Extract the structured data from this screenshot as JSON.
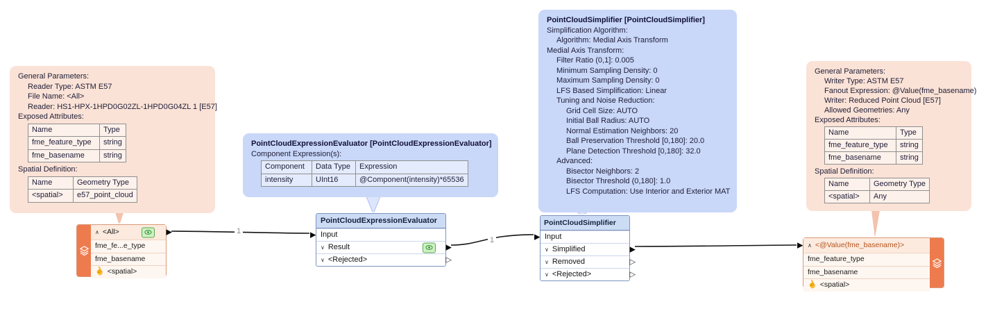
{
  "colors": {
    "annotation_pink": "#fbe2d6",
    "annotation_blue": "#c9d7f8",
    "feature_node_orange": "#ee7b4d",
    "transformer_header_blue": "#cddcf5",
    "transformer_border": "#7d94bd",
    "wire": "#141414",
    "eye_badge_green": "#57ab4e"
  },
  "annotations": {
    "reader_params": {
      "heading_general": "General Parameters:",
      "general_items": [
        "Reader Type: ASTM E57",
        "File Name: <All>",
        "Reader: HS1-HPX-1HPD0G02ZL-1HPD0G04ZL 1 [E57]"
      ],
      "heading_exposed": "Exposed Attributes:",
      "exposed_table": {
        "headers": [
          "Name",
          "Type"
        ],
        "rows": [
          [
            "fme_feature_type",
            "string"
          ],
          [
            "fme_basename",
            "string"
          ]
        ]
      },
      "heading_spatial": "Spatial Definition:",
      "spatial_table": {
        "headers": [
          "Name",
          "Geometry Type"
        ],
        "rows": [
          [
            "<spatial>",
            "e57_point_cloud"
          ]
        ]
      }
    },
    "evaluator_params": {
      "title": "PointCloudExpressionEvaluator [PointCloudExpressionEvaluator]",
      "subtitle": "Component Expression(s):",
      "expression_table": {
        "headers": [
          "Component",
          "Data Type",
          "Expression"
        ],
        "rows": [
          [
            "intensity",
            "UInt16",
            "@Component(intensity)*65536"
          ]
        ]
      }
    },
    "simplifier_params": {
      "title": "PointCloudSimplifier [PointCloudSimplifier]",
      "lines": [
        "Simplification Algorithm:",
        "Algorithm: Medial Axis Transform",
        "Medial Axis Transform:",
        "Filter Ratio (0,1]: 0.005",
        "Minimum Sampling Density: 0",
        "Maximum Sampling Density: 0",
        "LFS Based Simplification: Linear",
        "Tuning and Noise Reduction:",
        "Grid Cell Size: AUTO",
        "Initial Ball Radius: AUTO",
        "Normal Estimation Neighbors: 20",
        "Ball Preservation Threshold [0,180]: 20.0",
        "Plane Detection Threshold [0,180]: 32.0",
        "Advanced:",
        "Bisector Neighbors: 2",
        "Bisector Threshold (0,180]: 1.0",
        "LFS Computation: Use Interior and Exterior MAT"
      ]
    },
    "writer_params": {
      "heading_general": "General Parameters:",
      "general_items": [
        "Writer Type: ASTM E57",
        "Fanout Expression: @Value(fme_basename)",
        "Writer: Reduced Point Cloud [E57]",
        "Allowed Geometries: Any"
      ],
      "heading_exposed": "Exposed Attributes:",
      "exposed_table": {
        "headers": [
          "Name",
          "Type"
        ],
        "rows": [
          [
            "fme_feature_type",
            "string"
          ],
          [
            "fme_basename",
            "string"
          ]
        ]
      },
      "heading_spatial": "Spatial Definition:",
      "spatial_table": {
        "headers": [
          "Name",
          "Geometry Type"
        ],
        "rows": [
          [
            "<spatial>",
            "Any"
          ]
        ]
      }
    }
  },
  "nodes": {
    "reader": {
      "title": "<All>",
      "caret": "∧",
      "rows": [
        "fme_fe...e_type",
        "fme_basename"
      ],
      "spatial_row": "<spatial>"
    },
    "evaluator": {
      "title": "PointCloudExpressionEvaluator",
      "port_input": "Input",
      "port_result": "Result",
      "port_rejected": "<Rejected>"
    },
    "simplifier": {
      "title": "PointCloudSimplifier",
      "port_input": "Input",
      "port_simplified": "Simplified",
      "port_removed": "Removed",
      "port_rejected": "<Rejected>"
    },
    "writer": {
      "title": "<@Value(fme_basename)>",
      "caret": "∧",
      "rows": [
        "fme_feature_type",
        "fme_basename"
      ],
      "spatial_row": "<spatial>"
    }
  },
  "connections": {
    "reader_to_evaluator_label": "1",
    "evaluator_to_simplifier_label": "1"
  },
  "glyphs": {
    "port_filled": "▶",
    "port_hollow": "▷",
    "chevron_down": "∨",
    "spatial_hand": "☝"
  }
}
